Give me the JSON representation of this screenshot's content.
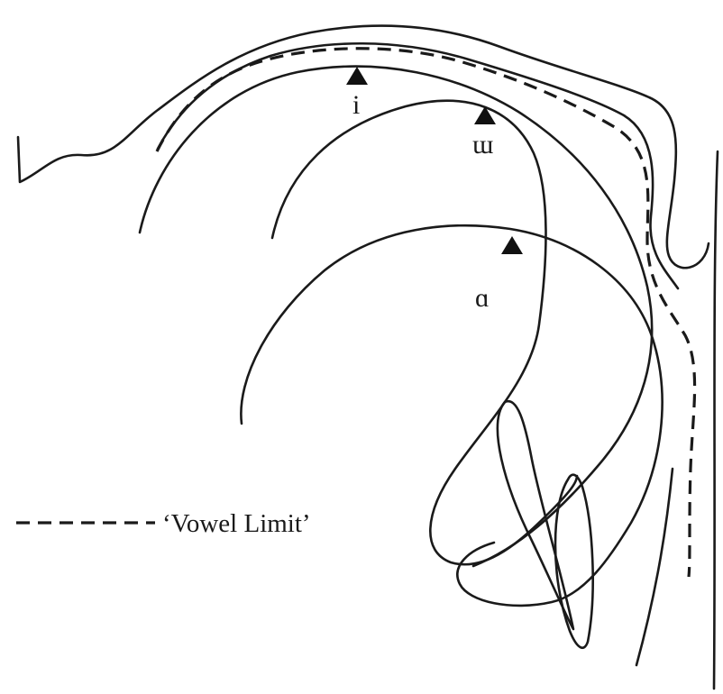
{
  "vowels": {
    "i": {
      "label": "i"
    },
    "u": {
      "label": "ɯ"
    },
    "a": {
      "label": "ɑ"
    }
  },
  "legend": {
    "label": "‘Vowel Limit’"
  },
  "marker": {
    "icon": "triangle-icon"
  },
  "colors": {
    "ink": "#1a1a1a",
    "background": "#ffffff"
  }
}
